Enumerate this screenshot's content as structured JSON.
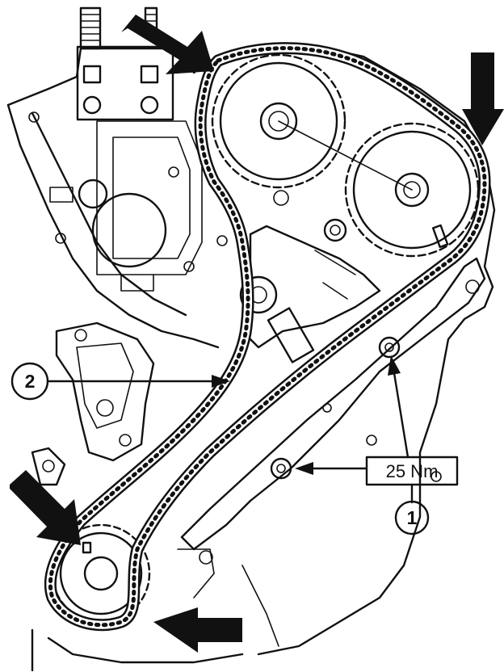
{
  "callouts": [
    {
      "id": "1",
      "text": "1"
    },
    {
      "id": "2",
      "text": "2"
    }
  ],
  "torque_label": "25 Nm"
}
